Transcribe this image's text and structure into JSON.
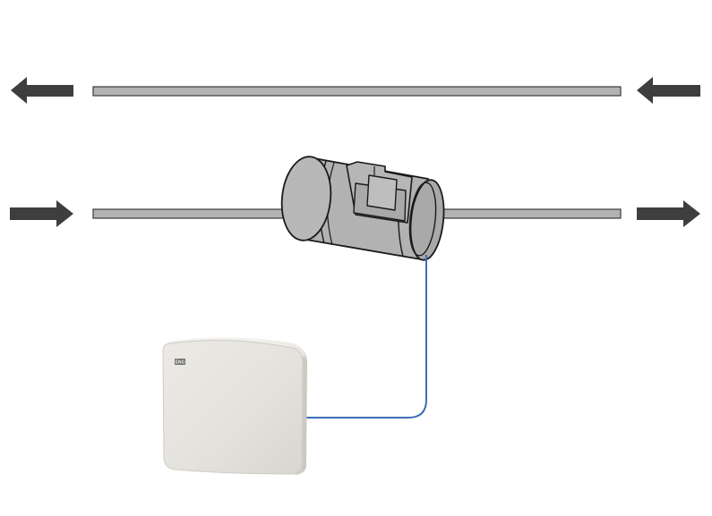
{
  "diagram": {
    "kind": "duct-schematic",
    "top_duct": {
      "flow_direction": "right-to-left",
      "arrow_in_icon": "arrow-left-icon",
      "arrow_out_icon": "arrow-left-icon"
    },
    "bottom_duct": {
      "flow_direction": "left-to-right",
      "arrow_in_icon": "arrow-right-icon",
      "arrow_out_icon": "arrow-right-icon"
    },
    "damper": {
      "icon": "damper-actuator-icon"
    },
    "controller": {
      "icon": "room-controller-icon",
      "logo": "ENG"
    },
    "cable": {
      "icon": "signal-cable-icon"
    },
    "colors": {
      "duct_fill": "#b3b3b3",
      "duct_stroke": "#3a3a3a",
      "arrow": "#3e3e3e",
      "damper_body": "#b0b0b0",
      "damper_stroke": "#1a1a1a",
      "cable": "#3a6fb7",
      "controller_body": "#e6e4de"
    }
  }
}
